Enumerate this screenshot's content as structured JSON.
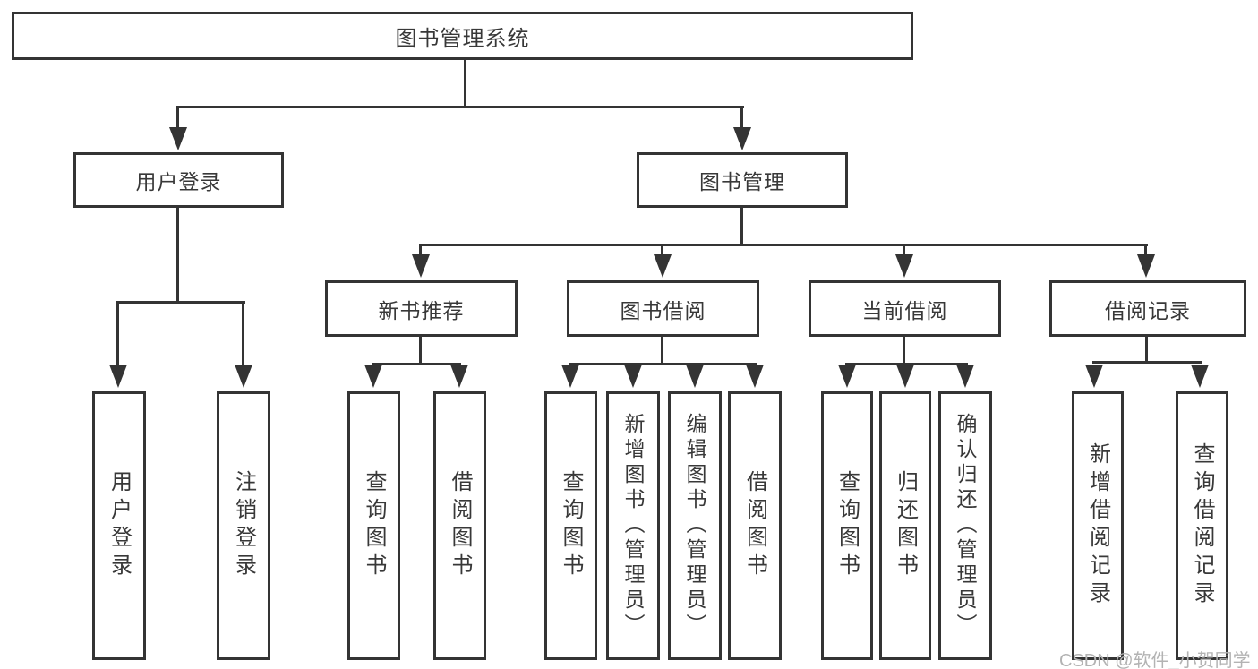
{
  "diagram": {
    "root": "图书管理系统",
    "level2": {
      "user_login": "用户登录",
      "book_mgmt": "图书管理"
    },
    "level3": {
      "new_book": "新书推荐",
      "book_borrow": "图书借阅",
      "current_borrow": "当前借阅",
      "borrow_records": "借阅记录"
    },
    "leaves": {
      "user_login": [
        "用户登录",
        "注销登录"
      ],
      "new_book": [
        "查询图书",
        "借阅图书"
      ],
      "book_borrow": [
        "查询图书",
        "新增图书（管理员）",
        "编辑图书（管理员）",
        "借阅图书"
      ],
      "current_borrow": [
        "查询图书",
        "归还图书",
        "确认归还（管理员）"
      ],
      "borrow_records": [
        "新增借阅记录",
        "查询借阅记录"
      ]
    }
  },
  "watermark": "CSDN @软件_小贺同学",
  "colors": {
    "line": "#343434",
    "text": "#383838",
    "watermark": "#b3b3b3",
    "background": "#ffffff"
  }
}
